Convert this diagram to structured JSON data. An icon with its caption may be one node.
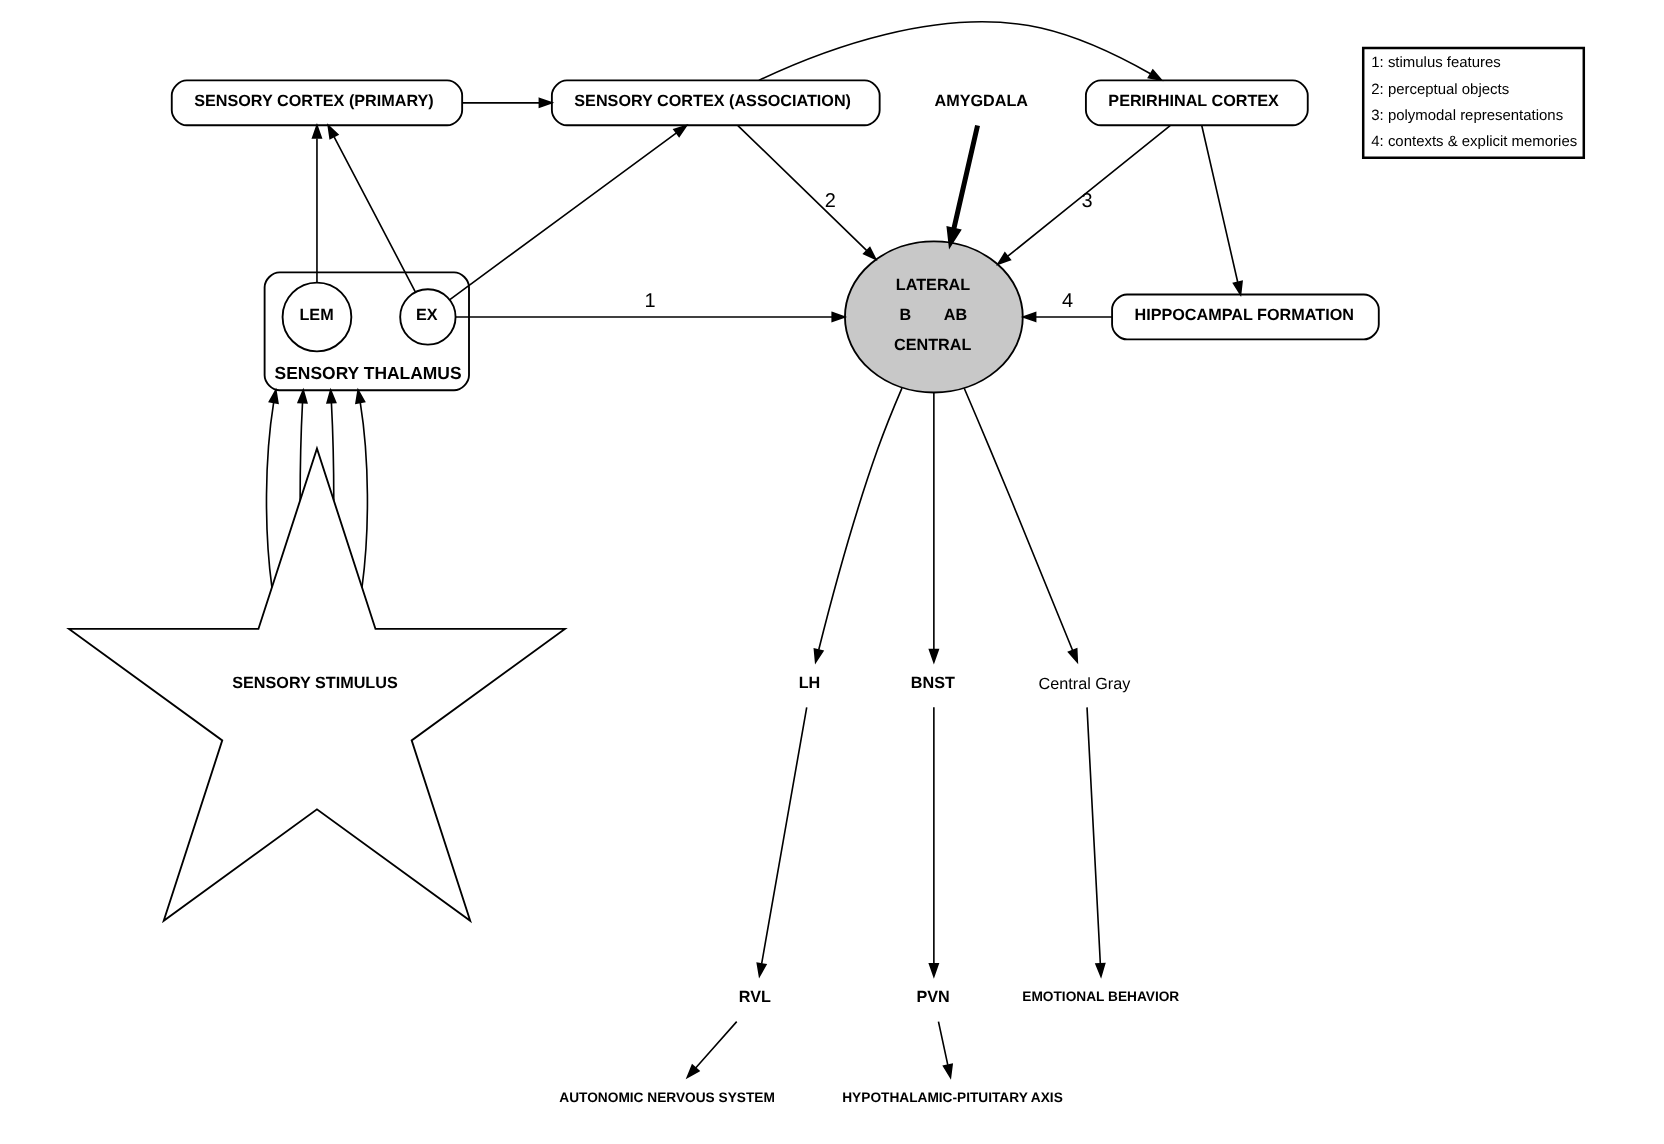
{
  "diagram": {
    "nodes": [
      {
        "text": [
          "SENSORY CORTEX (PRIMARY)"
        ]
      },
      {
        "text": [
          "SENSORY CORTEX (ASSOCIATION)"
        ]
      },
      {
        "text": [
          "PERIRHINAL CORTEX"
        ]
      },
      {
        "text": [
          "SENSORY THALAMUS"
        ]
      },
      {
        "text": [
          "LEM"
        ],
        "in": 3
      },
      {
        "text": [
          "EX"
        ],
        "in": 3
      },
      {
        "text": [
          "HIPPOCAMPAL FORMATION"
        ]
      },
      {
        "text": [
          "LATERAL",
          "B",
          "AB",
          "CENTRAL"
        ]
      },
      {
        "text": [
          "AMYGDALA"
        ]
      },
      {
        "text": [
          "SENSORY STIMULUS"
        ]
      },
      {
        "text": [
          "Central Gray"
        ]
      },
      {
        "text": [
          "LH"
        ]
      },
      {
        "text": [
          "BNST"
        ]
      },
      {
        "text": [
          "RVL"
        ]
      },
      {
        "text": [
          "PVN"
        ]
      },
      {
        "text": [
          "EMOTIONAL BEHAVIOR"
        ]
      },
      {
        "text": [
          "AUTONOMIC NERVOUS SYSTEM"
        ]
      },
      {
        "text": [
          "HYPOTHALAMIC-PITUITARY AXIS"
        ]
      }
    ],
    "edges": [
      {
        "from": 0,
        "to": 1,
        "arrow": "to"
      },
      {
        "from": 1,
        "to": 2,
        "arrow": "to"
      },
      {
        "from": 4,
        "to": 0,
        "arrow": "to"
      },
      {
        "from": 5,
        "to": 0,
        "arrow": "to"
      },
      {
        "from": 5,
        "to": 1,
        "arrow": "to"
      },
      {
        "from": 5,
        "to": 7,
        "arrow": "to",
        "label": "1"
      },
      {
        "from": 1,
        "to": 7,
        "arrow": "to",
        "label": "2"
      },
      {
        "from": 2,
        "to": 7,
        "arrow": "to",
        "label": "3"
      },
      {
        "from": 2,
        "to": 6,
        "arrow": "to"
      },
      {
        "from": 6,
        "to": 7,
        "arrow": "to",
        "label": "4"
      },
      {
        "from": 8,
        "to": 7,
        "arrow": "to",
        "style": "thick"
      },
      {
        "from": 9,
        "to": 3,
        "arrow": "to"
      },
      {
        "from": 9,
        "to": 3,
        "arrow": "to"
      },
      {
        "from": 9,
        "to": 3,
        "arrow": "to"
      },
      {
        "from": 9,
        "to": 3,
        "arrow": "to"
      },
      {
        "from": 7,
        "to": 10,
        "arrow": "to"
      },
      {
        "from": 7,
        "to": 11,
        "arrow": "to"
      },
      {
        "from": 7,
        "to": 12,
        "arrow": "to"
      },
      {
        "from": 11,
        "to": 13,
        "arrow": "to"
      },
      {
        "from": 12,
        "to": 14,
        "arrow": "to"
      },
      {
        "from": 10,
        "to": 15,
        "arrow": "to"
      },
      {
        "from": 13,
        "to": 16,
        "arrow": "to"
      },
      {
        "from": 14,
        "to": 17,
        "arrow": "to"
      }
    ],
    "labels": [
      "1: stimulus features",
      "2: perceptual objects",
      "3: polymodal representations",
      "4: contexts & explicit memories"
    ]
  }
}
